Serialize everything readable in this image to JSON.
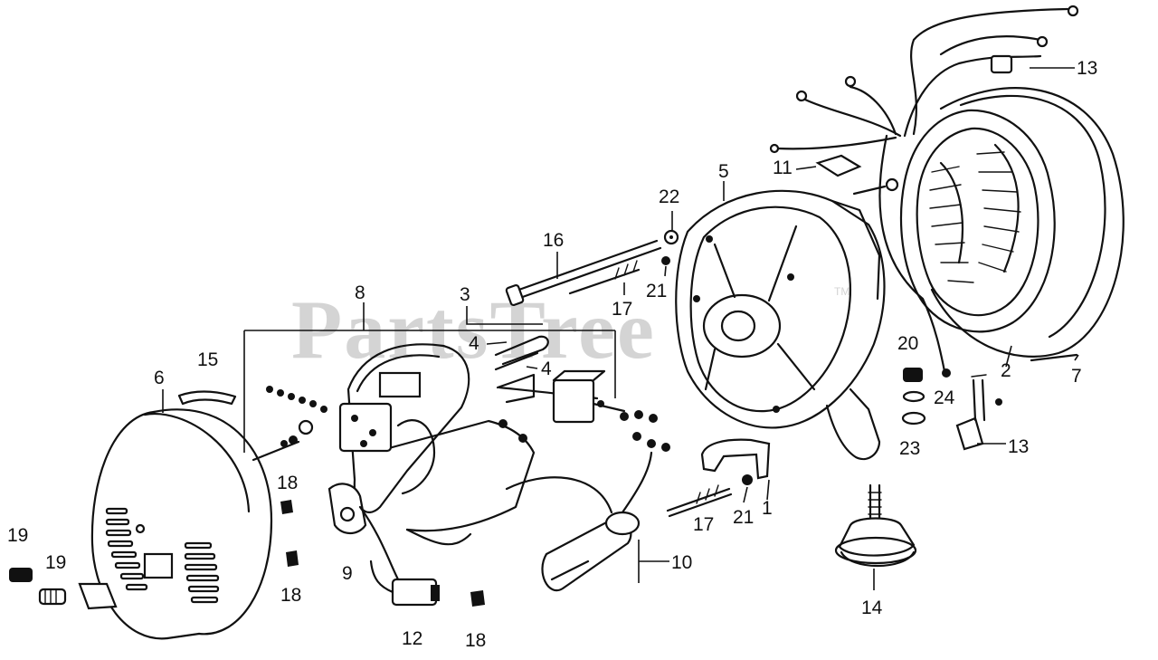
{
  "watermark": {
    "text": "PartsTree",
    "trademark": "TM"
  },
  "callouts": [
    {
      "id": "c13a",
      "text": "13"
    },
    {
      "id": "c5",
      "text": "5"
    },
    {
      "id": "c11",
      "text": "11"
    },
    {
      "id": "c22",
      "text": "22"
    },
    {
      "id": "c16",
      "text": "16"
    },
    {
      "id": "c21a",
      "text": "21"
    },
    {
      "id": "c17a",
      "text": "17"
    },
    {
      "id": "c8",
      "text": "8"
    },
    {
      "id": "c3",
      "text": "3"
    },
    {
      "id": "c4a",
      "text": "4"
    },
    {
      "id": "c4b",
      "text": "4"
    },
    {
      "id": "c15",
      "text": "15"
    },
    {
      "id": "c6",
      "text": "6"
    },
    {
      "id": "c20",
      "text": "20"
    },
    {
      "id": "c2",
      "text": "2"
    },
    {
      "id": "c7",
      "text": "7"
    },
    {
      "id": "c24",
      "text": "24"
    },
    {
      "id": "c23",
      "text": "23"
    },
    {
      "id": "c13b",
      "text": "13"
    },
    {
      "id": "c18a",
      "text": "18"
    },
    {
      "id": "c17b",
      "text": "17"
    },
    {
      "id": "c21b",
      "text": "21"
    },
    {
      "id": "c1",
      "text": "1"
    },
    {
      "id": "c19a",
      "text": "19"
    },
    {
      "id": "c19b",
      "text": "19"
    },
    {
      "id": "c9",
      "text": "9"
    },
    {
      "id": "c18b",
      "text": "18"
    },
    {
      "id": "c10",
      "text": "10"
    },
    {
      "id": "c12",
      "text": "12"
    },
    {
      "id": "c18c",
      "text": "18"
    },
    {
      "id": "c14",
      "text": "14"
    }
  ]
}
